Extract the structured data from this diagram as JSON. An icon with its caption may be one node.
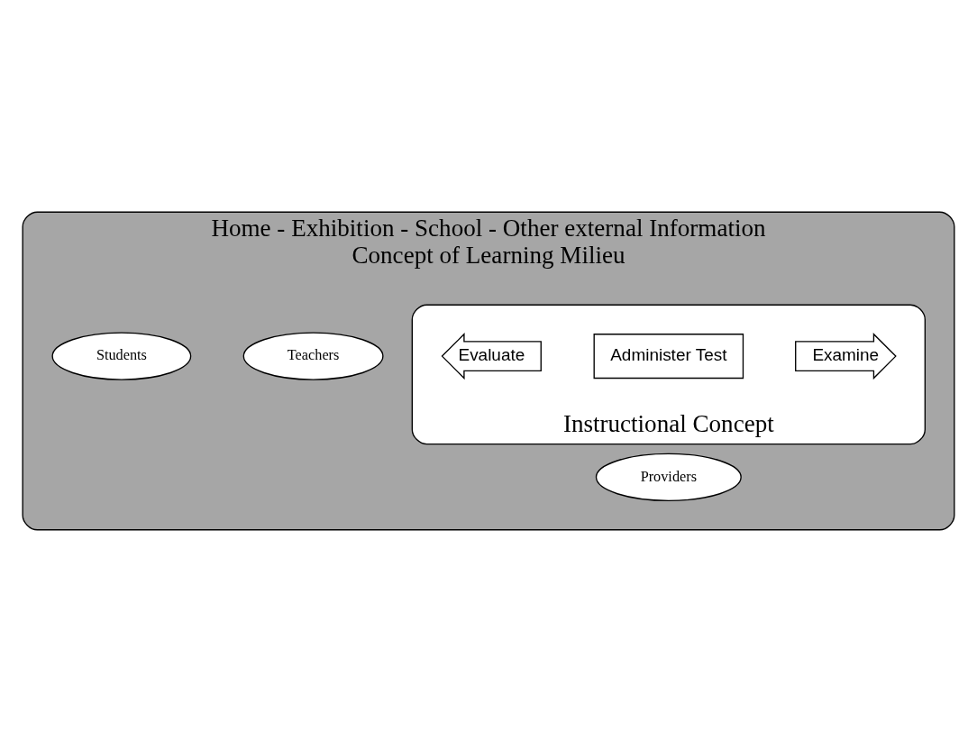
{
  "diagram": {
    "nodes": [
      {
        "text": [
          "Home - Exhibition - School - Other external Information",
          "Concept of Learning Milieu"
        ]
      },
      {
        "text": [
          "Instructional Concept"
        ],
        "in": 0
      },
      {
        "text": [
          "Providers"
        ],
        "in": 0
      },
      {
        "text": [
          "Teachers"
        ],
        "in": 0
      },
      {
        "text": [
          "Examine"
        ],
        "in": 1
      },
      {
        "text": [
          "Administer Test"
        ],
        "in": 1
      },
      {
        "text": [
          "Evaluate"
        ],
        "in": 1
      },
      {
        "text": [
          "Students"
        ],
        "in": 0
      }
    ],
    "edges": []
  }
}
